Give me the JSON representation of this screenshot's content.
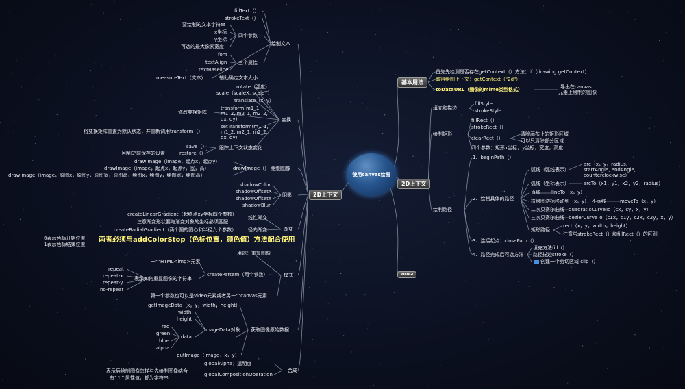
{
  "center": "使用canvas绘图",
  "branches": {
    "basic": "基本用法",
    "ctx2d_right": "2D上下文",
    "webgl": "WebGl",
    "ctx2d_left": "2D上下文"
  },
  "basic": {
    "l1": "首先先检测是否存在getContext（）方法：if（drawing.getContext）",
    "l2": "取得绘图上下文：getContext（\"2d\"）",
    "l3": "toDataURL（图像的mime类型格式）",
    "note1": "导出在canvas",
    "note2": "元素上绘制的图像"
  },
  "right": {
    "fill_stroke": "填充和描边",
    "fillStyle": "fillStyle",
    "strokeStyle": "strokeStyle",
    "draw_rect": "绘制矩形",
    "fillRect": "fillRect（）",
    "strokeRect": "strokeRect（）",
    "clearRect": "clearRect（）",
    "clear_note1": "清除画布上的矩形区域",
    "clear_note2": "可以只清除部分区域",
    "rect_params": "四个参数：矩形x坐标，y坐标，宽度，高度",
    "draw_path": "绘制路径",
    "p1": "1、beginPath（）",
    "p2": "2、绘制具体的路径",
    "arc_label": "弧线（弧线表示）",
    "arc_params1": "arc（x，y，radius,",
    "arc_params2": "startAngle, endAngle,",
    "arc_params3": "counterclockwise）",
    "arc_coord": "弧线（坐标表示）",
    "arcTo": "arcTo（x1，y1，x2，y2，radius）",
    "line": "直线",
    "lineTo": "lineTo（x，y）",
    "move_label": "将绘图游标移动到（x，y），不画线",
    "moveTo": "moveTo（x，y）",
    "quad_label": "二次贝赛尔曲线",
    "quadTo": "quadraticCurveTo（cx，cy，x，y）",
    "cubic_label": "三次贝赛尔曲线",
    "bezierTo": "bezierCurveTo（c1x，c1y，c2x，c2y，x，y）",
    "rect_path": "矩形路径",
    "rectfn": "rect（x，y，width，height）",
    "rect_note": "注意与strokeRect（）和fillRect（）的区别",
    "p3": "3、连接起点：closePath（）",
    "p4": "4、路径完成后可选方法",
    "opt1": "填充方法fill（）",
    "opt2": "路径描边stroke（）",
    "opt3": "创建一个剪切区域 clip（）"
  },
  "left": {
    "text_title": "绘制文本",
    "fillText": "fillText（）",
    "strokeText": "strokeText（）",
    "tp1": "要绘制的文本字符串",
    "tp2": "x坐标",
    "tp3": "y坐标",
    "tp4": "可选的最大像素宽度",
    "four_params": "四个参数",
    "font": "font",
    "textAlign": "textAlign",
    "textBaseline": "textBaseline",
    "three_props": "三个属性",
    "measureText": "measureText（文本）",
    "measure_note": "辅助确定文本大小",
    "transform_title": "变换",
    "rotate": "rotate（弧度）",
    "scale": "scale（scaleX, scaleY）",
    "translate": "translate（x, y）",
    "transform1": "transform(m1_1,",
    "transform2": "m1_2, m2_1, m2_2,",
    "transform3": "dx, dy)",
    "modify_matrix": "修改变换矩阵",
    "setTransform1": "setTransform(m1_1,",
    "setTransform2": "m1_2, m2_1, m2_2,",
    "setTransform3": "dx, dy)",
    "reset_note": "将变换矩阵重置为默认状态，并重新调用transform（）",
    "save": "save（）",
    "restore": "restore（）",
    "restore_note": "回到之前保存的设置",
    "track_state": "跟踪上下文状态变化",
    "image_title": "绘制图像",
    "drawImage_fn": "drawImage（）",
    "di1": "drawImage（image，起点x，起点y）",
    "di2": "drawImage（image，起点x，起点y，宽，高）",
    "di3": "drawImage（image，原图x，原图y，原图宽，原图高，绘图x，绘图y，绘图宽，绘图高）",
    "shadow_title": "阴影",
    "shadowColor": "shadowColor",
    "shadowOffsetX": "shadowOffsetX",
    "shadowOffsetY": "shadowOffsetY",
    "shadowBlur": "shadowBlur",
    "gradient_title": "渐变",
    "linear_fn": "createLinearGradient（起终点xy坐标四个参数）",
    "linear_note": "注意渐变形状要与渐变对象的坐标必须匹配",
    "linear_label": "线性渐变",
    "radial_fn": "createRadialGradient（两个圆的圆心和半径六个参数）",
    "radial_label": "径向渐变",
    "stop0": "0表示色标开始位置",
    "stop1": "1表示色标结束位置",
    "stop_note": "两者必须与addColorStop（色标位置，颜色值）方法配合使用",
    "pattern_title": "模式",
    "repeat_note": "用途：重复图像",
    "createPattern": "createPattern（两个参数）",
    "html_img": "一个HTML<img>元素",
    "repeat_how": "表示如何重复图像的字符串",
    "repeat": "repeat",
    "repeat_x": "repeat-x",
    "repeat_y": "repeat-y",
    "no_repeat": "no-repeat",
    "video_note": "第一个参数也可以是video元素或者另一个canvas元素",
    "imgdata_title": "获取图像原始数据",
    "getImageData": "getImageData（x，y，width，height）",
    "width": "width",
    "height": "height",
    "imgdata_obj": "ImageData对象",
    "data": "data",
    "red": "red",
    "green": "green",
    "blue": "blue",
    "alpha": "alpha",
    "putImage": "putImage（image，x，y）",
    "composite_title": "合成",
    "globalAlpha": "globalAlpha：透明度",
    "globalComposite": "globalCompositionOperation",
    "comp_note1": "表示后绘制图像怎样与先绘制图像结合",
    "comp_note2": "有11个属性值，都为字符串"
  }
}
